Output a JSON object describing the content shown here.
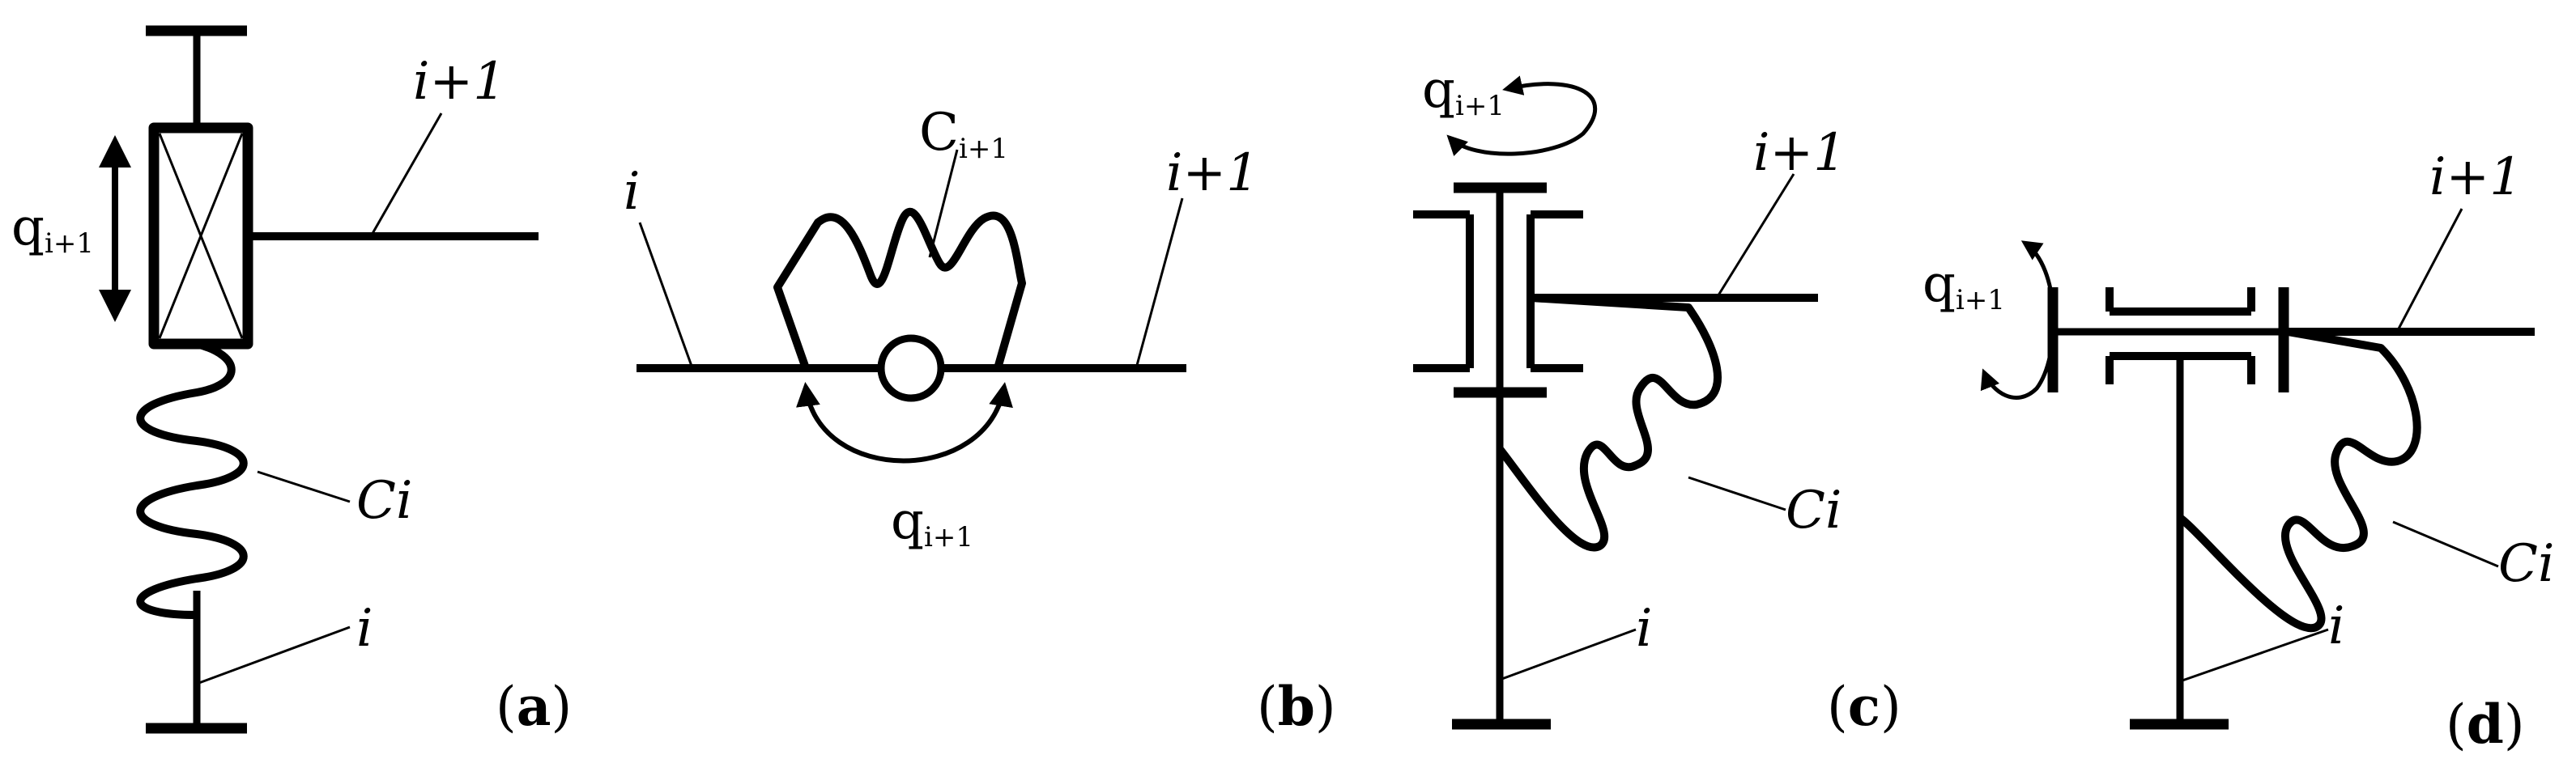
{
  "colors": {
    "ink": "#000000",
    "background": "#ffffff"
  },
  "panels": {
    "a": {
      "label_open": "(",
      "label_letter": "a",
      "label_close": ")",
      "next_link": "i+1",
      "coordinate": "q",
      "coordinate_sub": "i+1",
      "compliance": "Ci",
      "link": "i"
    },
    "b": {
      "label_open": "(",
      "label_letter": "b",
      "label_close": ")",
      "link": "i",
      "next_link": "i+1",
      "compliance_main": "C",
      "compliance_sub": "i+1",
      "coordinate": "q",
      "coordinate_sub": "i+1"
    },
    "c": {
      "label_open": "(",
      "label_letter": "c",
      "label_close": ")",
      "coordinate": "q",
      "coordinate_sub": "i+1",
      "next_link": "i+1",
      "compliance": "Ci",
      "link": "i"
    },
    "d": {
      "label_open": "(",
      "label_letter": "d",
      "label_close": ")",
      "next_link": "i+1",
      "coordinate": "q",
      "coordinate_sub": "i+1",
      "compliance": "Ci",
      "link": "i"
    }
  }
}
